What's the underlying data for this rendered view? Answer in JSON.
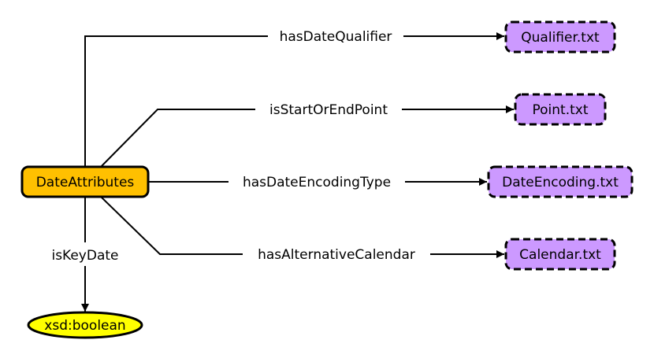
{
  "nodes": {
    "center": {
      "label": "DateAttributes",
      "fill": "#ffc000"
    },
    "qualifier": {
      "label": "Qualifier.txt",
      "fill": "#cc99ff"
    },
    "point": {
      "label": "Point.txt",
      "fill": "#cc99ff"
    },
    "encoding": {
      "label": "DateEncoding.txt",
      "fill": "#cc99ff"
    },
    "calendar": {
      "label": "Calendar.txt",
      "fill": "#cc99ff"
    },
    "boolean": {
      "label": "xsd:boolean",
      "fill": "#ffff00"
    }
  },
  "edges": {
    "has_date_qualifier": "hasDateQualifier",
    "is_start_or_end_point": "isStartOrEndPoint",
    "has_date_encoding_type": "hasDateEncodingType",
    "has_alternative_calendar": "hasAlternativeCalendar",
    "is_key_date": "isKeyDate"
  }
}
